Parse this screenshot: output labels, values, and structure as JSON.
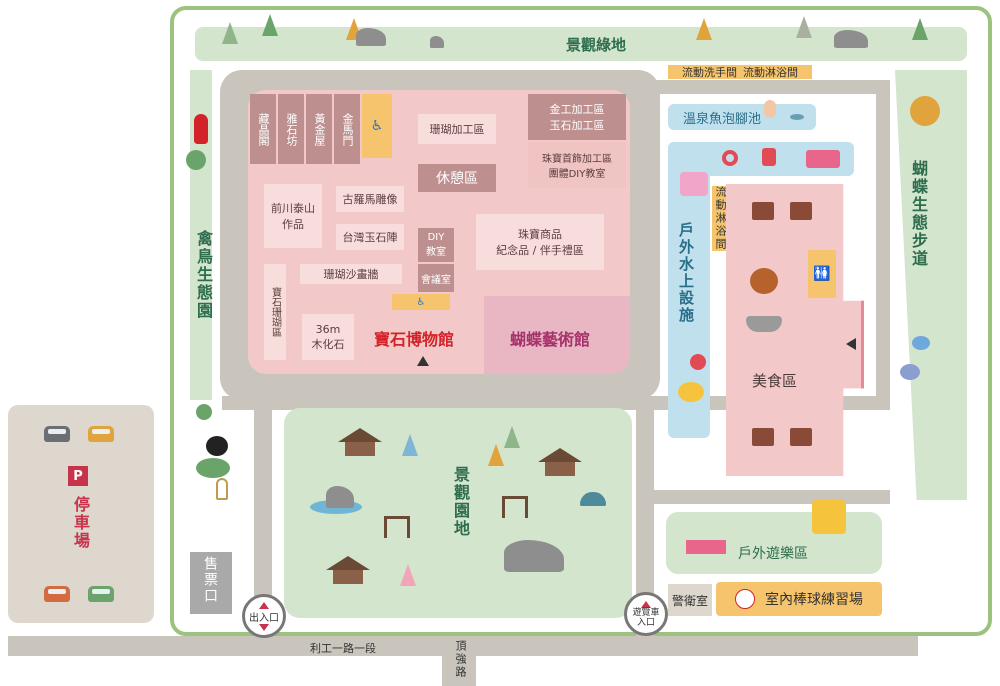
{
  "zones": {
    "scenic_green": "景觀綠地",
    "bird_park": "禽鳥生態園",
    "butterfly_trail": "蝴蝶生態步道",
    "parking": "停車場",
    "parking_icon": "P",
    "ticket": "售票口",
    "entrance": "出入口",
    "bus_entrance_1": "遊覽車",
    "bus_entrance_2": "入口",
    "guard": "警衛室",
    "baseball": "室內棒球練習場",
    "playground": "戶外遊樂區",
    "landscape_park": "景觀園地",
    "road_main": "利工一路一段",
    "road_side": "頂強路",
    "mobile_wash": "流動洗手間",
    "mobile_shower": "流動淋浴間",
    "mobile_shower_v": "流動淋浴間",
    "foot_spa": "溫泉魚泡腳池",
    "water_facility": "戶外水上設施",
    "food_court": "美食區"
  },
  "museum": {
    "rooms": {
      "cang_jing_ge": "藏晶閣",
      "ya_shi_fang": "雅石坊",
      "huang_jin_wu": "黃金屋",
      "jin_ma_men": "金馬門",
      "coral_work": "珊瑚加工區",
      "gold_jade_1": "金工加工區",
      "gold_jade_2": "玉石加工區",
      "diy_1": "珠寶首飾加工區",
      "diy_2": "團體DIY教室",
      "rest": "休憩區",
      "maekawa_1": "前川泰山",
      "maekawa_2": "作品",
      "roman": "古羅馬雕像",
      "taiwan_jade": "台灣玉石陣",
      "diy_class_1": "DIY",
      "diy_class_2": "教室",
      "meeting": "會議室",
      "jewel_goods_1": "珠寶商品",
      "jewel_goods_2": "紀念品 / 伴手禮區",
      "coral_sand": "珊瑚沙畫牆",
      "treasure_coral": "寶石珊瑚區",
      "wood_fossil_1": "36m",
      "wood_fossil_2": "木化石",
      "gem_museum": "寶石博物館",
      "butterfly_museum": "蝴蝶藝術館"
    }
  },
  "colors": {
    "green_zone": "#d4e5cd",
    "title_green": "#2e6e4f",
    "museum_red": "#d2232a",
    "butterfly_purple": "#a6336b",
    "water_blue": "#bfe0ec",
    "food_pink": "#f2c9c8"
  }
}
